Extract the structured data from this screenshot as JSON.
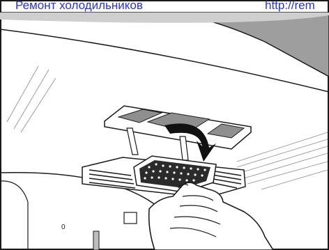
{
  "header": {
    "site_title": "Ремонт холодильников",
    "site_url": "http://rem"
  },
  "illustration": {
    "subject": "refrigerator-air-filter-installation",
    "accent_color": "#2a33d6",
    "line_color": "#1a1a1a",
    "shade_color": "#bdbdbd"
  }
}
